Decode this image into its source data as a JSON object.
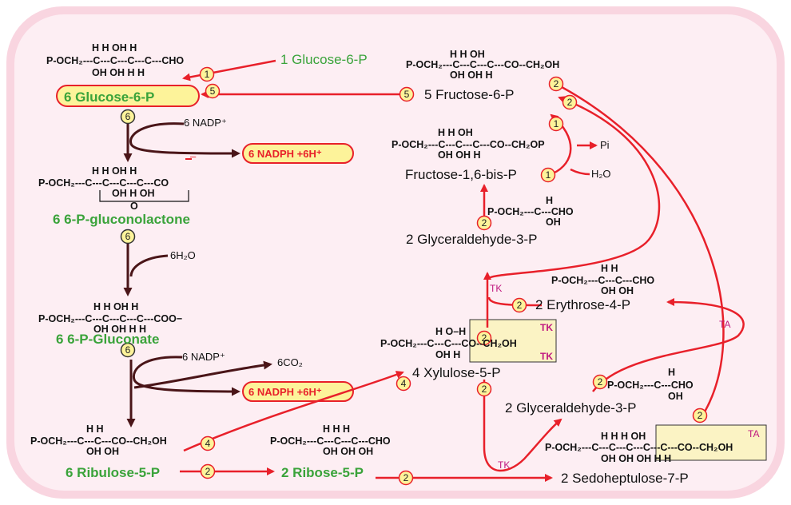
{
  "structures": {
    "g6p_top_h": "H    H   OH H",
    "g6p_main": "P-OCH₂---C---C---C---C---CHO",
    "g6p_bot_h": "OH OH H  H",
    "f6p_top_h": "H    H   OH",
    "f6p_main": "P-OCH₂---C---C---C---CO--CH₂OH",
    "f6p_bot_h": "OH OH H",
    "f16_top_h": "H    H   OH",
    "f16_main": "P-OCH₂---C---C---C---CO--CH₂OP",
    "f16_bot_h": "OH OH H",
    "lac_top_h": "H    H   OH H",
    "lac_main": "P-OCH₂---C---C---C---C---CO",
    "lac_bot_h": "OH H   OH",
    "lac_o": "O",
    "gluc_top_h": "H    H   OH H",
    "gluc_main": "P-OCH₂---C---C---C---C---COO−",
    "gluc_bot_h": "OH OH H  H",
    "ga3p_top_h": "H",
    "ga3p_main": "P-OCH₂---C---CHO",
    "ga3p_bot_h": "OH",
    "e4p_top_h": "H    H",
    "e4p_main": "P-OCH₂---C---C---CHO",
    "e4p_bot_h": "OH OH",
    "xu5p_top_h": "H    O–H",
    "xu5p_main": "P-OCH₂---C---C---CO--CH₂OH",
    "xu5p_bot_h": "OH H",
    "ga3p2_top_h": "H",
    "ga3p2_main": "P-OCH₂---C---CHO",
    "ga3p2_bot_h": "OH",
    "ru5p_top_h": "H    H",
    "ru5p_main": "P-OCH₂---C---C---CO--CH₂OH",
    "ru5p_bot_h": "OH OH",
    "r5p_top_h": "H    H    H",
    "r5p_main": "P-OCH₂---C---C---C---CHO",
    "r5p_bot_h": "OH OH OH",
    "s7p_top_h": "H    H    H         OH",
    "s7p_main": "P-OCH₂---C---C---C---C---C---CO--CH₂OH",
    "s7p_bot_h": "OH OH OH H  H"
  },
  "labels": {
    "glucose6p_input": "1 Glucose-6-P",
    "glucose6p_main": "6 Glucose-6-P",
    "fructose6p": "5 Fructose-6-P",
    "fructose16bisp": "Fructose-1,6-bis-P",
    "gluconolactone": "6  6-P-gluconolactone",
    "gluconate": "6   6-P-Gluconate",
    "glyceraldehyde3p_top": "2  Glyceraldehyde-3-P",
    "erythrose4p": "2  Erythrose-4-P",
    "xylulose5p": "4  Xylulose-5-P",
    "glyceraldehyde3p_bottom": "2  Glyceraldehyde-3-P",
    "ribulose5p": "6 Ribulose-5-P",
    "ribose5p": "2 Ribose-5-P",
    "sedoheptulose7p": "2  Sedoheptulose-7-P",
    "nadp1": "6 NADP⁺",
    "nadph1": "6 NADPH +6H⁺",
    "minus": "–",
    "h2o6": "6H₂O",
    "nadp2": "6 NADP⁺",
    "co2": "6CO₂",
    "nadph2": "6 NADPH +6H⁺",
    "pi": "Pi",
    "h2o": "H₂O",
    "tk": "TK",
    "ta": "TA"
  },
  "step_numbers": [
    "1",
    "5",
    "6",
    "5",
    "2",
    "2",
    "1",
    "1",
    "2",
    "2",
    "2",
    "6",
    "6",
    "4",
    "2",
    "4",
    "2",
    "2",
    "2",
    "2"
  ],
  "colors": {
    "background_outer": "#f9d5e0",
    "background_inner": "#fdeef3",
    "arrow_red": "#e8202a",
    "arrow_dark": "#4a1518",
    "green_text": "#3aa33a",
    "highlight_fill": "#fdf39a",
    "box_fill": "#fbf3c4",
    "enzyme_magenta": "#c0177f"
  }
}
